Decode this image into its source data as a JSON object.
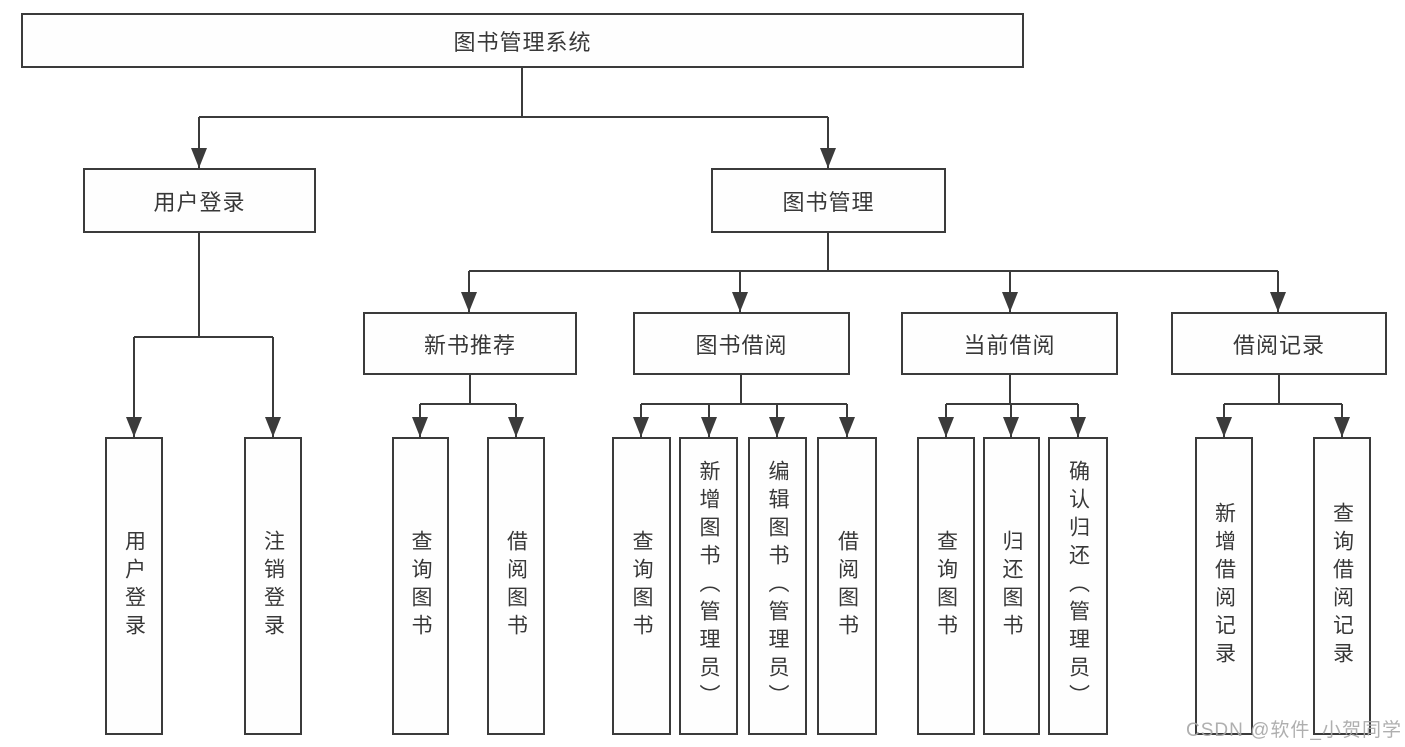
{
  "diagram_type": "hierarchy-tree",
  "tree": {
    "label": "图书管理系统",
    "children": [
      {
        "label": "用户登录",
        "children": [
          {
            "label": "用户登录"
          },
          {
            "label": "注销登录"
          }
        ]
      },
      {
        "label": "图书管理",
        "children": [
          {
            "label": "新书推荐",
            "children": [
              {
                "label": "查询图书"
              },
              {
                "label": "借阅图书"
              }
            ]
          },
          {
            "label": "图书借阅",
            "children": [
              {
                "label": "查询图书"
              },
              {
                "label": "新增图书（管理员）"
              },
              {
                "label": "编辑图书（管理员）"
              },
              {
                "label": "借阅图书"
              }
            ]
          },
          {
            "label": "当前借阅",
            "children": [
              {
                "label": "查询图书"
              },
              {
                "label": "归还图书"
              },
              {
                "label": "确认归还（管理员）"
              }
            ]
          },
          {
            "label": "借阅记录",
            "children": [
              {
                "label": "新增借阅记录"
              },
              {
                "label": "查询借阅记录"
              }
            ]
          }
        ]
      }
    ]
  },
  "watermark": {
    "text": "CSDN @软件_小贺同学"
  },
  "colors": {
    "line": "#3b3b3b",
    "box_border": "#3b3b3b",
    "text": "#383838",
    "watermark": "#a8a8a8",
    "background": "#ffffff"
  }
}
